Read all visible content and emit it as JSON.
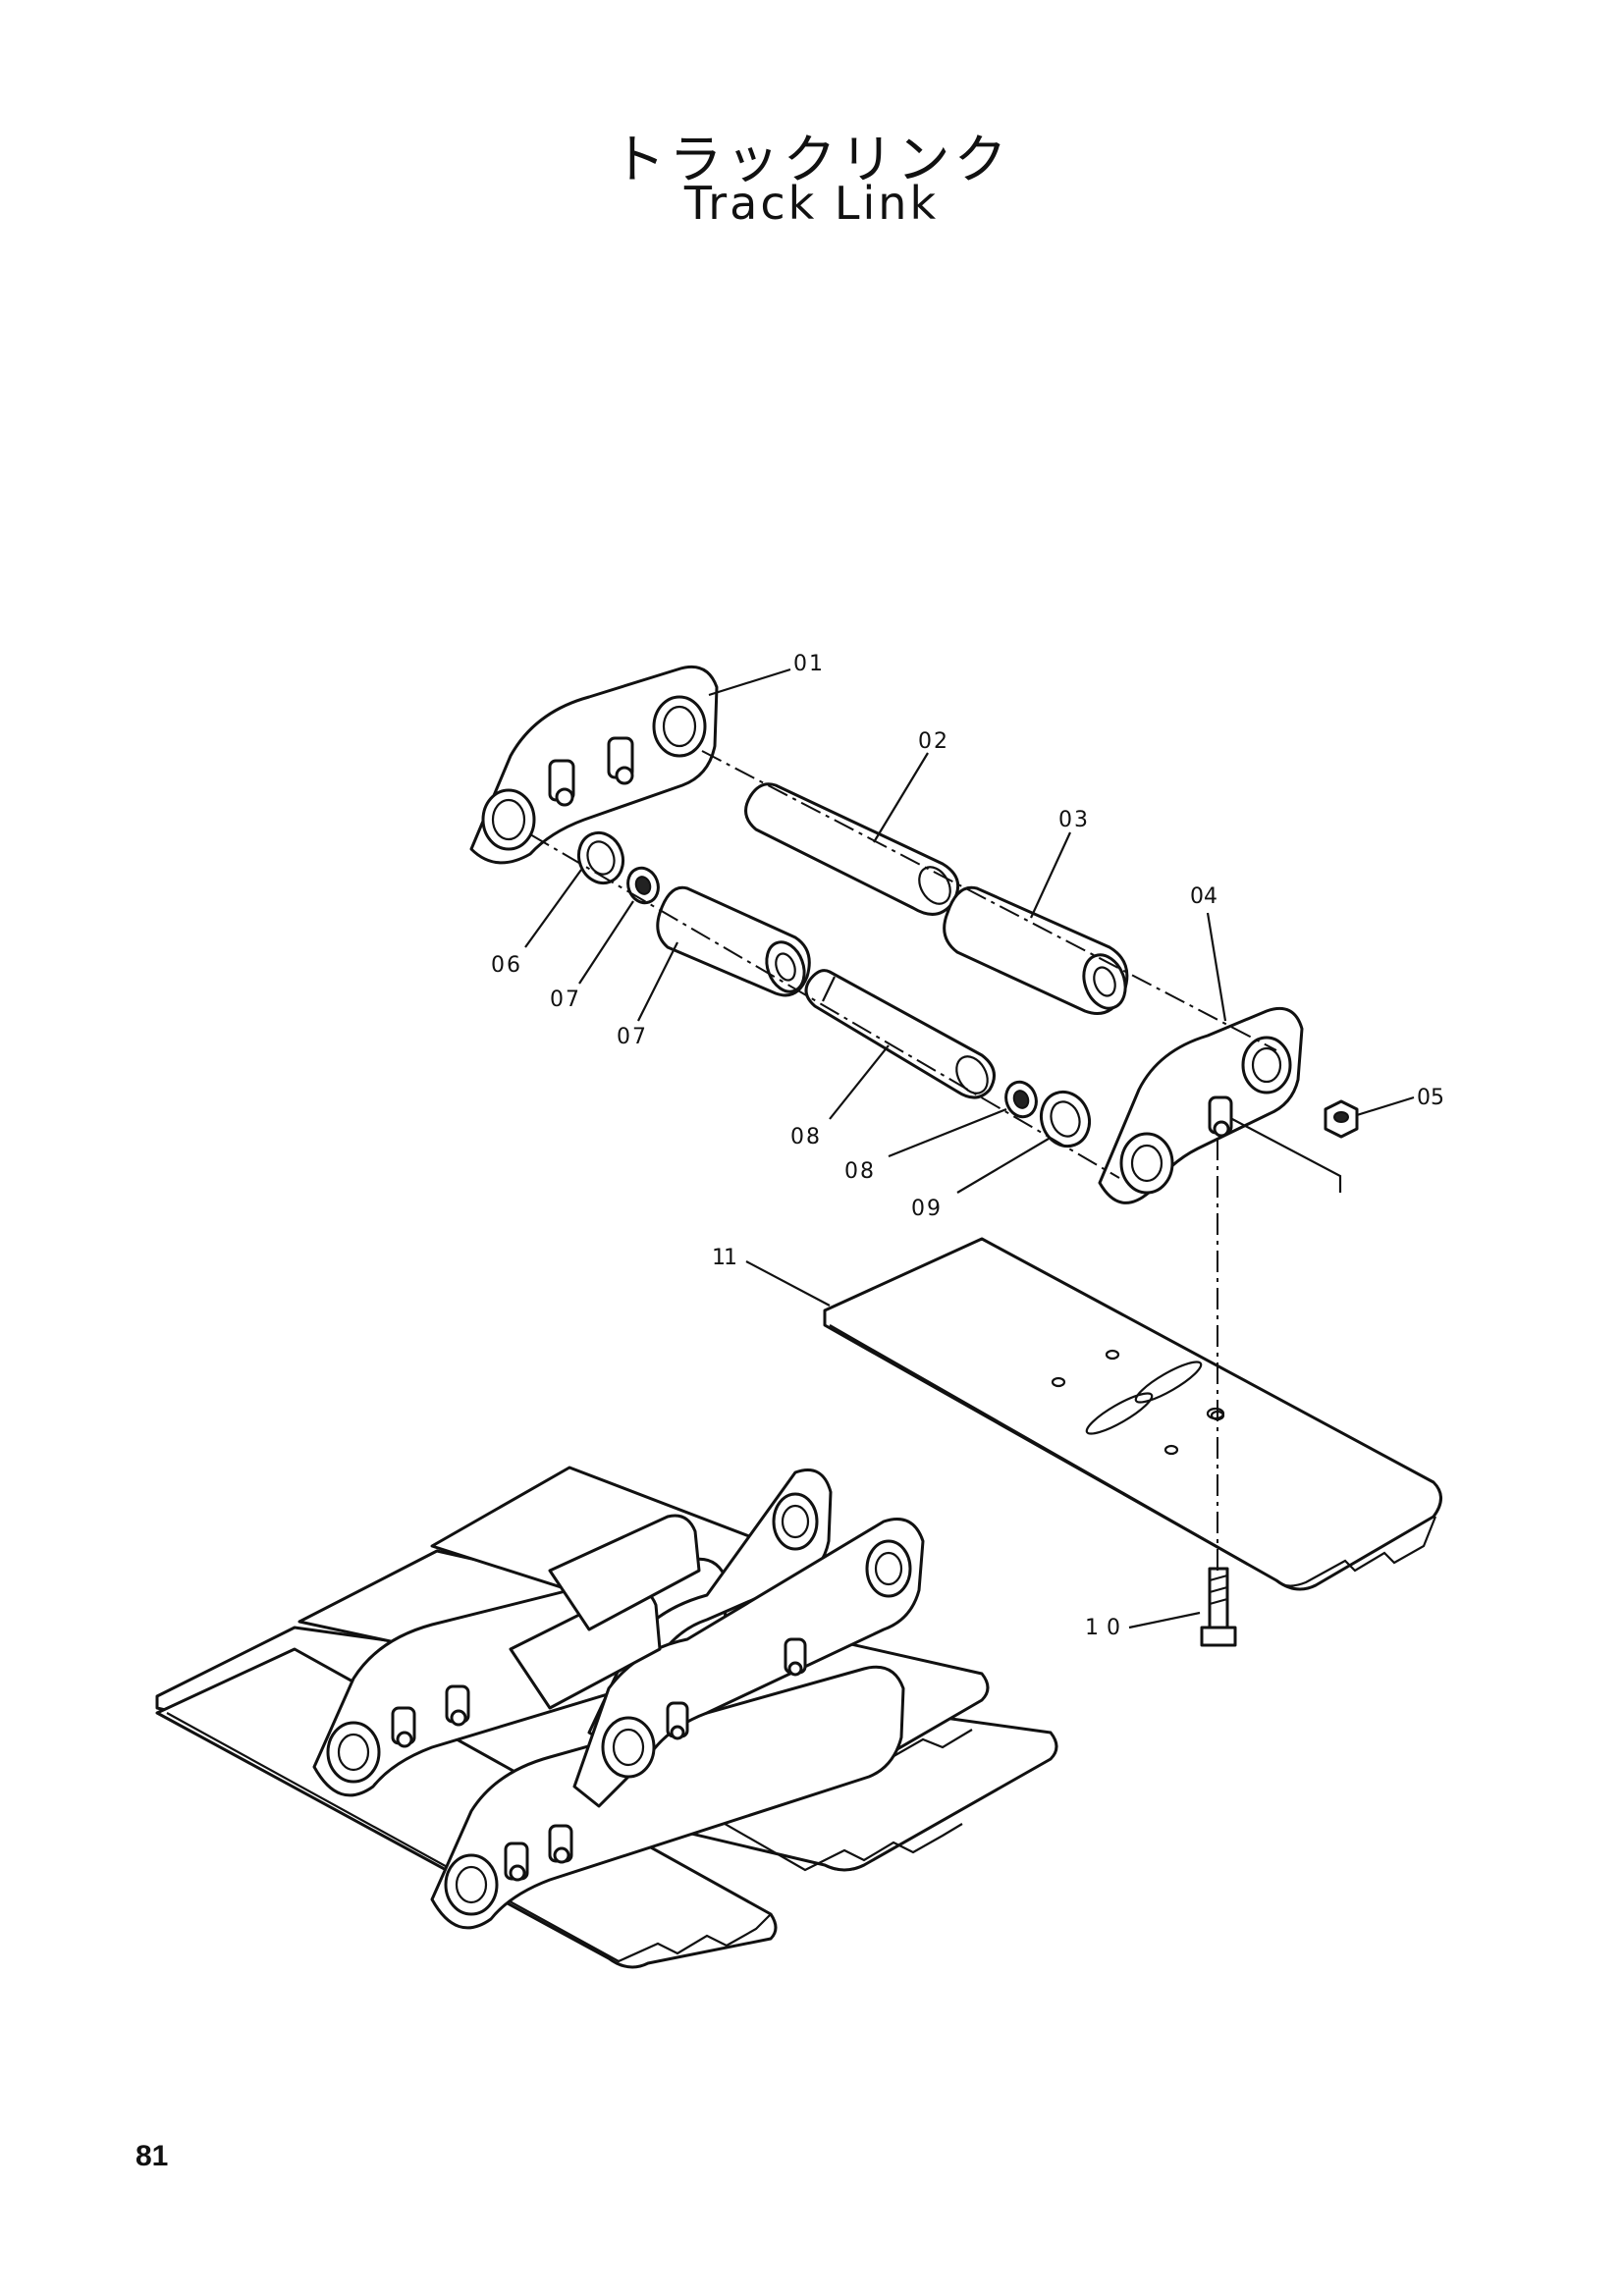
{
  "title": {
    "japanese": "トラックリンク",
    "english": "Track Link"
  },
  "page_number": "81",
  "callouts": [
    "01",
    "02",
    "03",
    "04",
    "05",
    "06",
    "07",
    "07",
    "08",
    "08",
    "09",
    "10",
    "11"
  ]
}
